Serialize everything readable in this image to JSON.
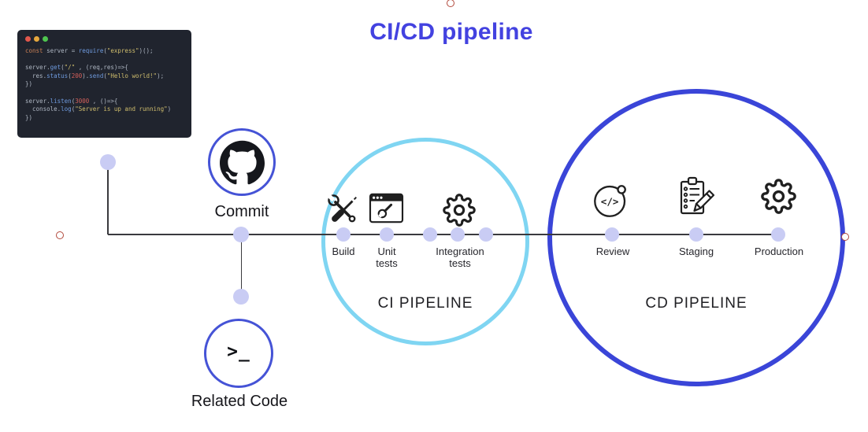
{
  "title": "CI/CD pipeline",
  "code_window": {
    "traffic_lights": [
      {
        "name": "close",
        "color": "#e2574c"
      },
      {
        "name": "minimize",
        "color": "#e5a73e"
      },
      {
        "name": "zoom",
        "color": "#4fc64f"
      }
    ],
    "lines": [
      [
        [
          "kw",
          "const "
        ],
        [
          "pl",
          "server = "
        ],
        [
          "fn",
          "require"
        ],
        [
          "pl",
          "("
        ],
        [
          "str",
          "\"express\""
        ],
        [
          "pl",
          ")();"
        ]
      ],
      [],
      [
        [
          "pl",
          "server."
        ],
        [
          "fn",
          "get"
        ],
        [
          "pl",
          "("
        ],
        [
          "str",
          "\"/\""
        ],
        [
          "pl",
          " , (req,res)=>{"
        ]
      ],
      [
        [
          "pl",
          "  res."
        ],
        [
          "fn",
          "status"
        ],
        [
          "pl",
          "("
        ],
        [
          "num",
          "200"
        ],
        [
          "pl",
          ")."
        ],
        [
          "fn",
          "send"
        ],
        [
          "pl",
          "("
        ],
        [
          "str",
          "\"Hello world!\""
        ],
        [
          "pl",
          ");"
        ]
      ],
      [
        [
          "pl",
          "})"
        ]
      ],
      [],
      [
        [
          "pl",
          "server."
        ],
        [
          "fn",
          "listen"
        ],
        [
          "pl",
          "("
        ],
        [
          "num",
          "3000"
        ],
        [
          "pl",
          " , ()=>{"
        ]
      ],
      [
        [
          "pl",
          "  console."
        ],
        [
          "fn",
          "log"
        ],
        [
          "pl",
          "("
        ],
        [
          "str",
          "\"Server is up and running\""
        ],
        [
          "pl",
          ")"
        ]
      ],
      [
        [
          "pl",
          "})"
        ]
      ]
    ]
  },
  "nodes": {
    "commit": {
      "label": "Commit"
    },
    "related_code": {
      "label": "Related Code",
      "glyph": ">_"
    }
  },
  "ci_pipeline": {
    "label": "CI PIPELINE",
    "steps": [
      {
        "label": "Build",
        "icon": "tools-icon"
      },
      {
        "label": "Unit tests",
        "icon": "browser-wrench-icon"
      },
      {
        "label": "Integration tests",
        "icon": "gear-icon"
      }
    ]
  },
  "cd_pipeline": {
    "label": "CD PIPELINE",
    "steps": [
      {
        "label": "Review",
        "icon": "code-review-icon"
      },
      {
        "label": "Staging",
        "icon": "clipboard-pencil-icon"
      },
      {
        "label": "Production",
        "icon": "gear-icon"
      }
    ]
  },
  "colors": {
    "title": "#4342e0",
    "ci_circle": "#7fd5f2",
    "cd_circle": "#3a45d8",
    "node_circle": "#4553d6",
    "timeline_dot": "#c9ccf4",
    "code_background": "#20242e"
  }
}
